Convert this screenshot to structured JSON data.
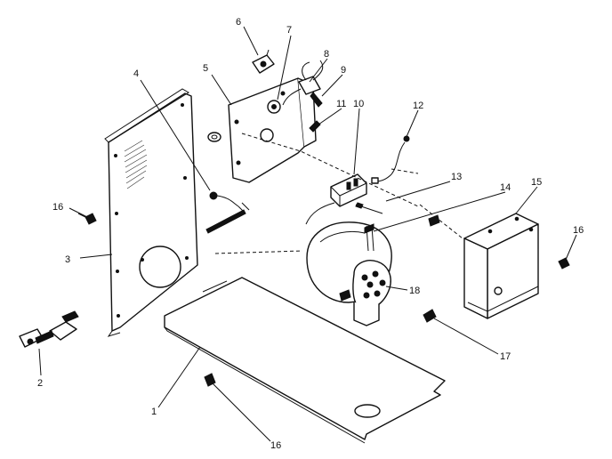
{
  "callouts": [
    {
      "id": "c1",
      "label": "1"
    },
    {
      "id": "c2",
      "label": "2"
    },
    {
      "id": "c3",
      "label": "3"
    },
    {
      "id": "c4",
      "label": "4"
    },
    {
      "id": "c5",
      "label": "5"
    },
    {
      "id": "c6",
      "label": "6"
    },
    {
      "id": "c7",
      "label": "7"
    },
    {
      "id": "c8",
      "label": "8"
    },
    {
      "id": "c9",
      "label": "9"
    },
    {
      "id": "c10",
      "label": "10"
    },
    {
      "id": "c11",
      "label": "11"
    },
    {
      "id": "c12",
      "label": "12"
    },
    {
      "id": "c13",
      "label": "13"
    },
    {
      "id": "c14",
      "label": "14"
    },
    {
      "id": "c15",
      "label": "15"
    },
    {
      "id": "c16a",
      "label": "16"
    },
    {
      "id": "c16b",
      "label": "16"
    },
    {
      "id": "c16c",
      "label": "16"
    },
    {
      "id": "c17",
      "label": "17"
    },
    {
      "id": "c18",
      "label": "18"
    }
  ]
}
